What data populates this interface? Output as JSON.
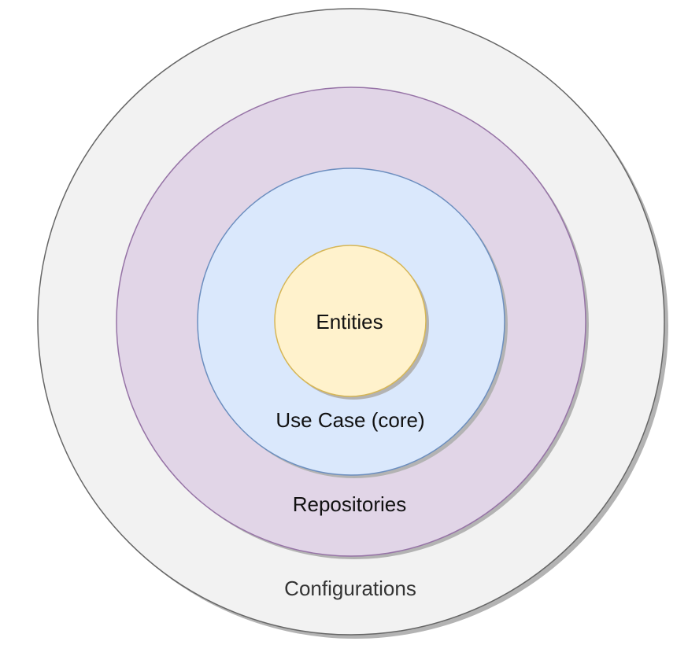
{
  "diagram": {
    "layers": [
      {
        "id": "configurations",
        "label": "Configurations",
        "fill": "#f2f2f2",
        "stroke": "#666666",
        "text_color": "#333333"
      },
      {
        "id": "repositories",
        "label": "Repositories",
        "fill": "#e1d5e7",
        "stroke": "#9673a6",
        "text_color": "#111111"
      },
      {
        "id": "use-case",
        "label": "Use Case (core)",
        "fill": "#dae8fc",
        "stroke": "#6c8ebf",
        "text_color": "#111111"
      },
      {
        "id": "entities",
        "label": "Entities",
        "fill": "#fff2cc",
        "stroke": "#d6b656",
        "text_color": "#111111"
      }
    ]
  }
}
